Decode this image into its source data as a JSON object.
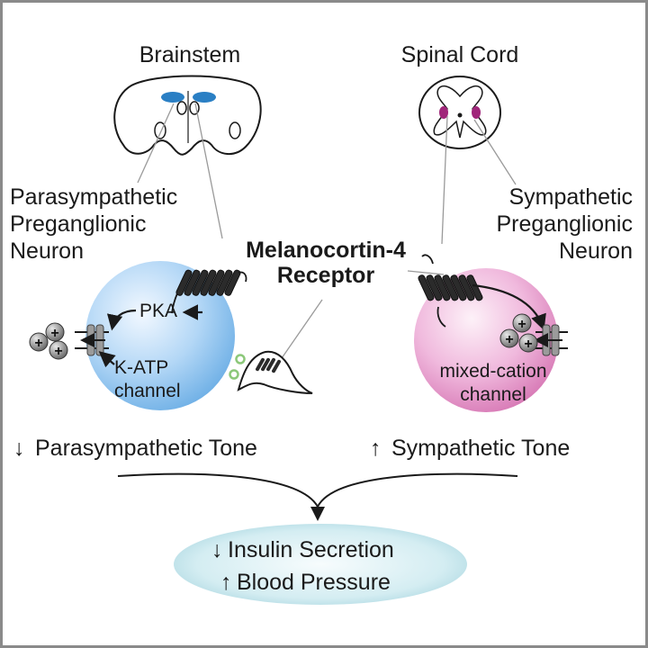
{
  "labels": {
    "brainstem": "Brainstem",
    "spinal_cord": "Spinal Cord",
    "para_neuron": [
      "Parasympathetic",
      "Preganglionic",
      "Neuron"
    ],
    "symp_neuron": [
      "Sympathetic",
      "Preganglionic",
      "Neuron"
    ],
    "receptor": [
      "Melanocortin-4",
      "Receptor"
    ],
    "pka": "PKA",
    "katp": [
      "K-ATP",
      "channel"
    ],
    "mixed": [
      "mixed-cation",
      "channel"
    ],
    "para_tone": "Parasympathetic Tone",
    "symp_tone": "Sympathetic Tone",
    "outcome_1": "Insulin Secretion",
    "outcome_2": "Blood Pressure"
  },
  "arrows": {
    "down": "↓",
    "up": "↑"
  },
  "colors": {
    "para_cell": "#8fc3ee",
    "symp_cell": "#e59ac9",
    "brainstem_nucleus": "#2a7fc4",
    "spinal_nucleus": "#a0267a",
    "outcome_ellipse": "#bfe3ea",
    "vesicle": "#8cc87a"
  }
}
